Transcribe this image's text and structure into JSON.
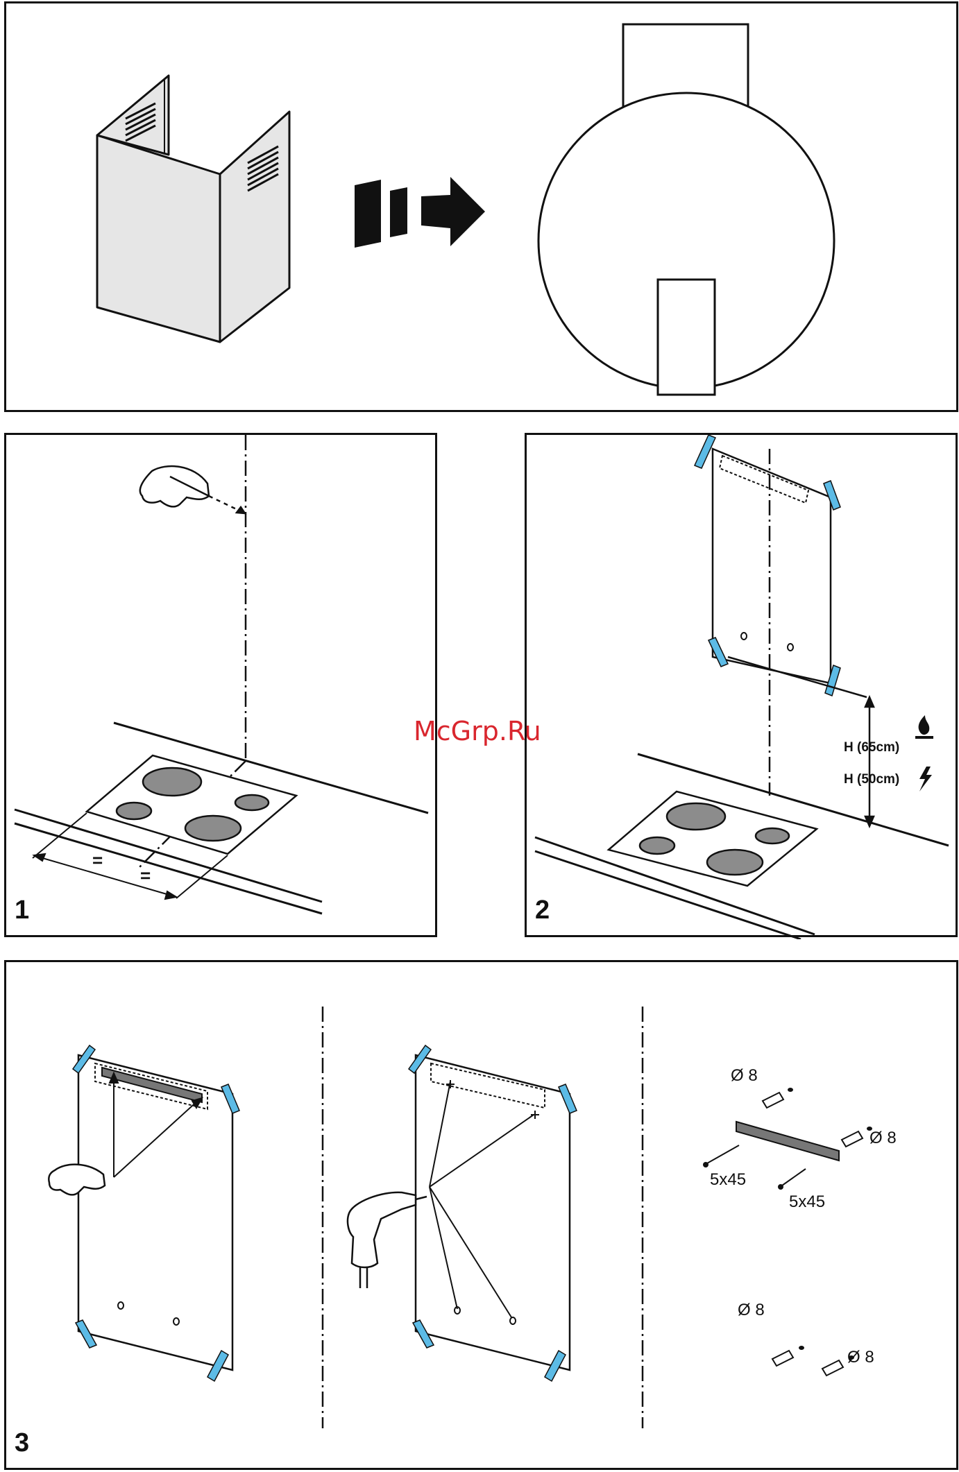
{
  "watermark": "McGrp.Ru",
  "colors": {
    "tape": "#5cbbe6",
    "burner": "#8c8c8c",
    "panel_fill": "#e6e6e6"
  },
  "step1": {
    "number": "1",
    "equal_a": "=",
    "equal_b": "="
  },
  "step2": {
    "number": "2",
    "height_gas": "H (65cm)",
    "height_electric": "H (50cm)",
    "gas_icon": "flame-icon",
    "electric_icon": "lightning-icon"
  },
  "step3": {
    "number": "3",
    "dowel_dia_1": "Ø 8",
    "dowel_dia_2": "Ø 8",
    "screw_1": "5x45",
    "screw_2": "5x45",
    "dowel_dia_3": "Ø 8",
    "dowel_dia_4": "Ø 8"
  }
}
